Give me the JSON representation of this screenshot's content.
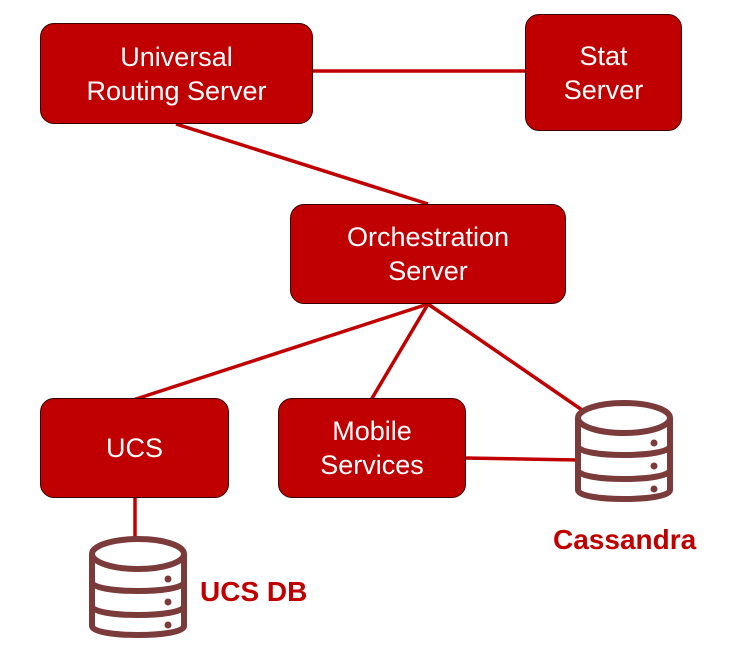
{
  "colors": {
    "node_fill": "#c00000",
    "node_text": "#ffffff",
    "connector": "#c00000",
    "database_icon": "#7b3b3b",
    "database_label": "#c00000",
    "background": "#ffffff"
  },
  "nodes": {
    "urs": {
      "line1": "Universal",
      "line2": "Routing Server"
    },
    "stat": {
      "line1": "Stat",
      "line2": "Server"
    },
    "orch": {
      "line1": "Orchestration",
      "line2": "Server"
    },
    "ucs": {
      "line1": "UCS"
    },
    "mobile": {
      "line1": "Mobile",
      "line2": "Services"
    }
  },
  "databases": {
    "cassandra": {
      "label": "Cassandra",
      "icon": "database-icon"
    },
    "ucsdb": {
      "label": "UCS DB",
      "icon": "database-icon"
    }
  },
  "connections": [
    {
      "from": "Universal Routing Server",
      "to": "Stat Server"
    },
    {
      "from": "Universal Routing Server",
      "to": "Orchestration Server"
    },
    {
      "from": "Orchestration Server",
      "to": "UCS"
    },
    {
      "from": "Orchestration Server",
      "to": "Mobile Services"
    },
    {
      "from": "Orchestration Server",
      "to": "Cassandra"
    },
    {
      "from": "Mobile Services",
      "to": "Cassandra"
    },
    {
      "from": "UCS",
      "to": "UCS DB"
    }
  ]
}
